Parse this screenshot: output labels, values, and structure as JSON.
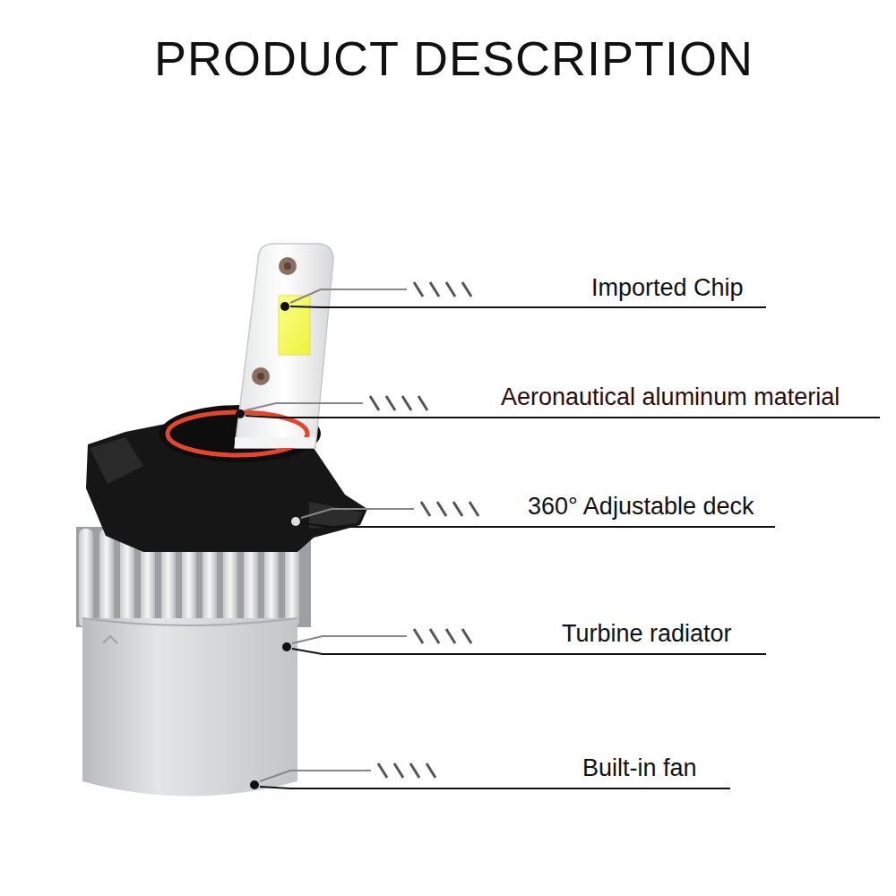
{
  "diagram": {
    "title": "PRODUCT DESCRIPTION",
    "labels": [
      "Imported Chip",
      "Aeronautical aluminum material",
      "360° Adjustable deck",
      "Turbine radiator",
      "Built-in fan"
    ]
  }
}
